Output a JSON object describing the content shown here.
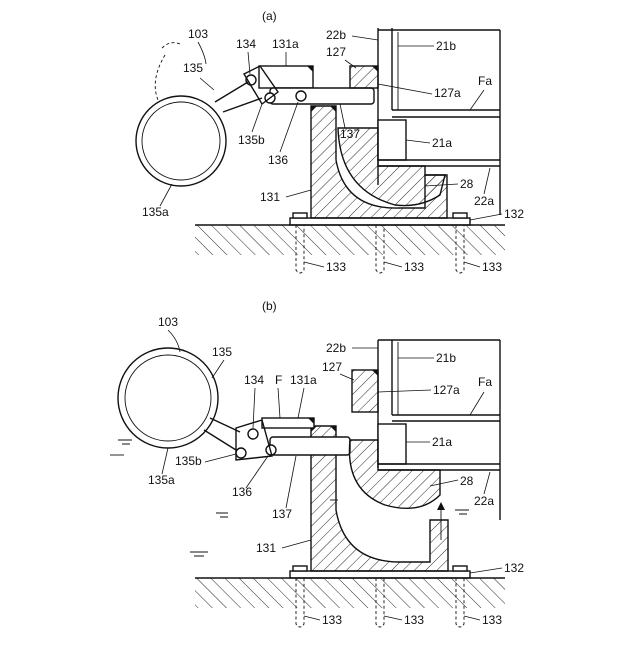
{
  "panels": [
    {
      "caption": "(a)",
      "labels": {
        "l103": "103",
        "l135": "135",
        "l134": "134",
        "l131a": "131a",
        "l22b": "22b",
        "l127": "127",
        "l21b": "21b",
        "lFa": "Fa",
        "l127a": "127a",
        "l137": "137",
        "l135b": "135b",
        "l21a": "21a",
        "l136": "136",
        "l28": "28",
        "l131": "131",
        "l22a": "22a",
        "l135a": "135a",
        "l132": "132",
        "l133a": "133",
        "l133b": "133",
        "l133c": "133"
      }
    },
    {
      "caption": "(b)",
      "labels": {
        "l103": "103",
        "l135": "135",
        "l22b": "22b",
        "l21b": "21b",
        "l127": "127",
        "l134": "134",
        "lF": "F",
        "l131a": "131a",
        "l127a": "127a",
        "lFa": "Fa",
        "l21a": "21a",
        "l135b": "135b",
        "l28": "28",
        "l135a": "135a",
        "l136": "136",
        "l22a": "22a",
        "l137": "137",
        "l131": "131",
        "l132": "132",
        "l133a": "133",
        "l133b": "133",
        "l133c": "133"
      }
    }
  ]
}
